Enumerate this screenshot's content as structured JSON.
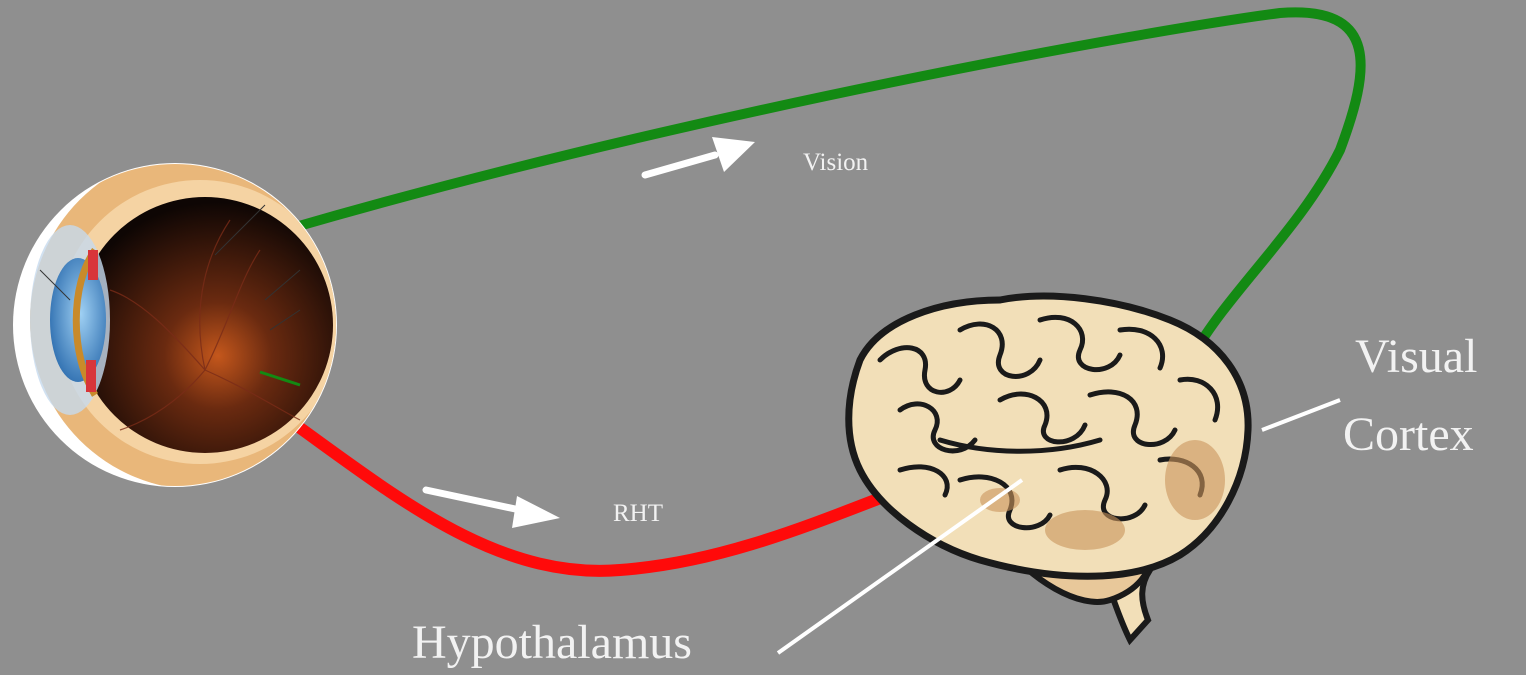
{
  "labels": {
    "vision": "Vision",
    "rht": "RHT",
    "visual": "Visual",
    "cortex": "Cortex",
    "hypothalamus": "Hypothalamus"
  },
  "colors": {
    "background": "#8f8f8f",
    "vision_pathway": "#138a13",
    "rht_pathway": "#ff0a0a",
    "arrows": "#ffffff",
    "text": "#f2f2f2",
    "brain_fill": "#f2dfb8",
    "brain_outline": "#1a1a1a",
    "eye_sclera": "#e9b77a",
    "eye_retina": "#2a140c",
    "eye_cornea": "#4f8fca"
  },
  "icons": {
    "eye": "eye-anatomy-icon",
    "brain": "brain-icon"
  }
}
